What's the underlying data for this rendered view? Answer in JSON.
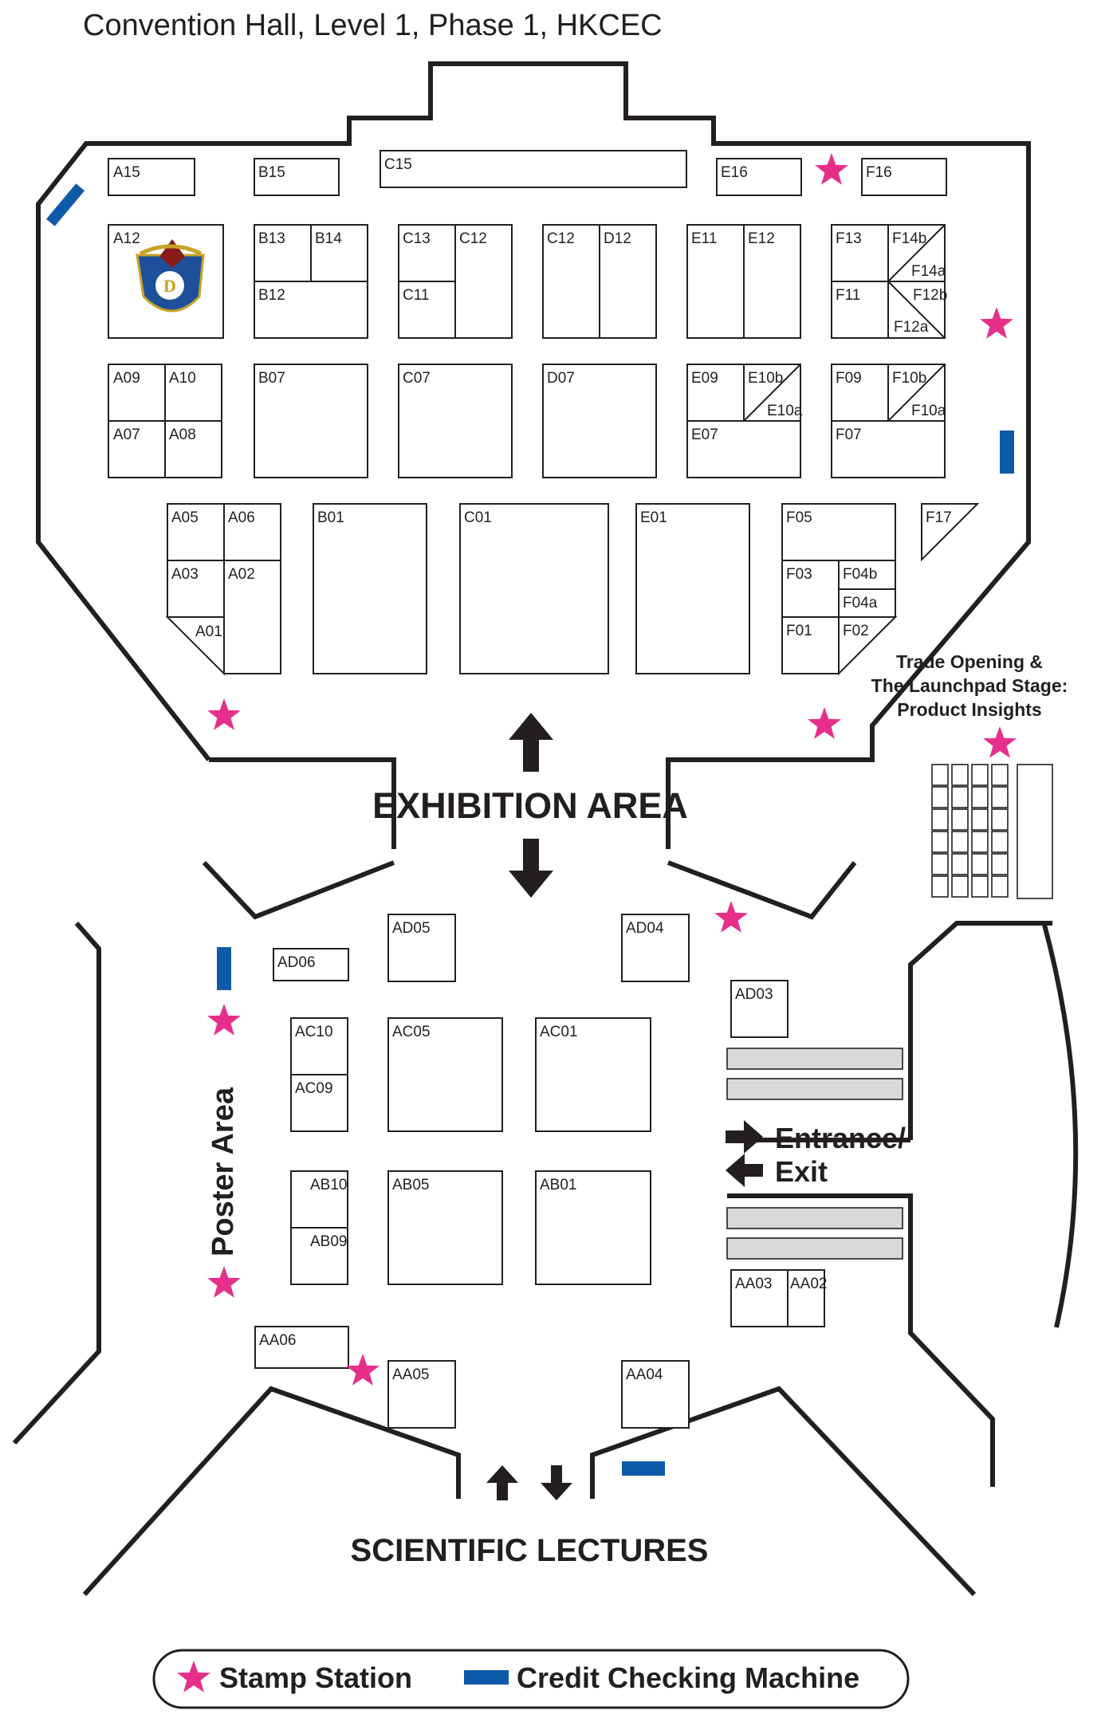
{
  "title": "Convention Hall, Level 1, Phase 1, HKCEC",
  "areas": {
    "exhibition": "EXHIBITION AREA",
    "scientific": "SCIENTIFIC LECTURES",
    "poster": "Poster Area",
    "stage_line1": "Trade Opening &",
    "stage_line2": "The Launchpad Stage:",
    "stage_line3": "Product Insights",
    "entrance_line1": "Entrance/",
    "entrance_line2": "Exit"
  },
  "legend": {
    "stamp": "Stamp Station",
    "credit": "Credit Checking Machine"
  },
  "colors": {
    "stamp_station": "#e62f8b",
    "credit_checking_machine": "#0f5aa8",
    "wall": "#231f20"
  },
  "icons": {
    "stamp_station": "star-icon",
    "credit_checking_machine": "blue-bar-icon",
    "logo": "dental-association-crest"
  },
  "booths": {
    "A15": "A15",
    "B15": "B15",
    "C15": "C15",
    "E16": "E16",
    "F16": "F16",
    "A12": "A12",
    "B13": "B13",
    "B14": "B14",
    "B12": "B12",
    "C13": "C13",
    "C12": "C12",
    "C11": "C11",
    "C12b": "C12",
    "D12": "D12",
    "E11": "E11",
    "E12": "E12",
    "F13": "F13",
    "F14b": "F14b",
    "F14a": "F14a",
    "F11": "F11",
    "F12b": "F12b",
    "F12a": "F12a",
    "A09": "A09",
    "A10": "A10",
    "A07": "A07",
    "A08": "A08",
    "B07": "B07",
    "C07": "C07",
    "D07": "D07",
    "E09": "E09",
    "E10b": "E10b",
    "E10a": "E10a",
    "E07": "E07",
    "F09": "F09",
    "F10b": "F10b",
    "F10a": "F10a",
    "F07": "F07",
    "A05": "A05",
    "A06": "A06",
    "A03": "A03",
    "A02": "A02",
    "A01": "A01",
    "B01": "B01",
    "C01": "C01",
    "E01": "E01",
    "F05": "F05",
    "F17": "F17",
    "F03": "F03",
    "F04b": "F04b",
    "F04a": "F04a",
    "F01": "F01",
    "F02": "F02",
    "AD05": "AD05",
    "AD04": "AD04",
    "AD06": "AD06",
    "AD03": "AD03",
    "AC10": "AC10",
    "AC09": "AC09",
    "AC05": "AC05",
    "AC01": "AC01",
    "AB10": "AB10",
    "AB09": "AB09",
    "AB05": "AB05",
    "AB01": "AB01",
    "AA03": "AA03",
    "AA02": "AA02",
    "AA06": "AA06",
    "AA05": "AA05",
    "AA04": "AA04"
  }
}
